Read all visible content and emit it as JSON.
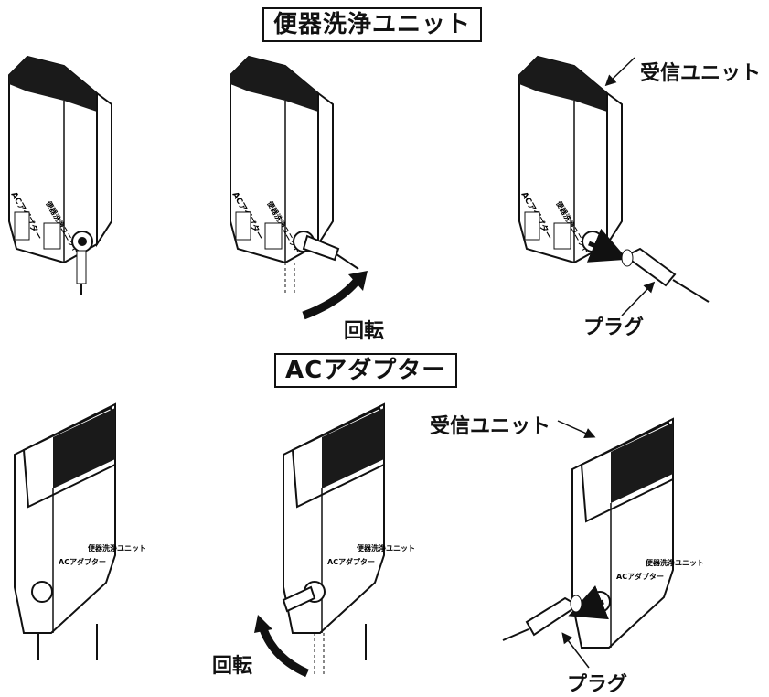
{
  "sections": [
    {
      "title": "便器洗浄ユニット"
    },
    {
      "title": "ACアダプター"
    }
  ],
  "labels": {
    "receiver_unit": "受信ユニット",
    "plug": "プラグ",
    "rotate": "回転"
  },
  "unit_text": {
    "ac_adapter": "ACアダプター",
    "toilet_unit": "便器洗浄ユニット"
  },
  "colors": {
    "ink": "#111111",
    "band": "#1a1a1a",
    "body": "#ffffff"
  }
}
